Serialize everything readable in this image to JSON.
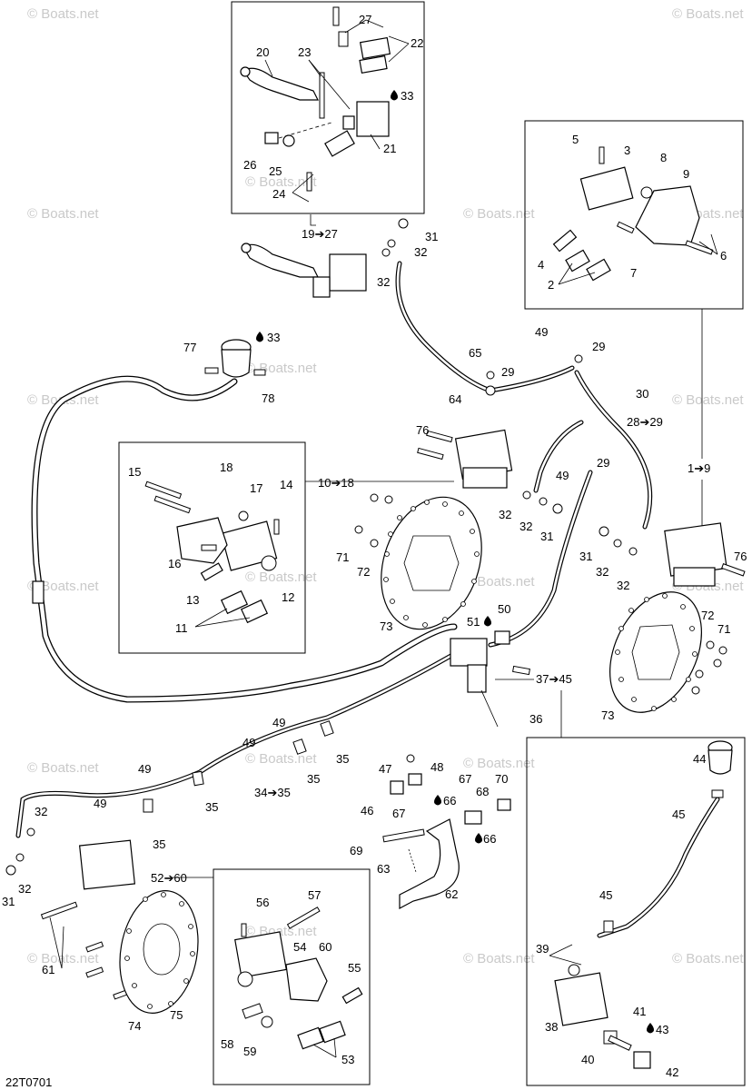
{
  "watermark": "© Boats.net",
  "drawing_id": "22T0701",
  "fluid_icon": "oil-drop-icon",
  "arrow_glyph": "➔",
  "callouts": {
    "c1to9": "1➔9",
    "c2": "2",
    "c3": "3",
    "c4": "4",
    "c5": "5",
    "c6": "6",
    "c7": "7",
    "c8": "8",
    "c9": "9",
    "c10to18": "10➔18",
    "c11": "11",
    "c12": "12",
    "c13": "13",
    "c14": "14",
    "c15": "15",
    "c16": "16",
    "c17": "17",
    "c18": "18",
    "c19to27": "19➔27",
    "c20": "20",
    "c21": "21",
    "c22": "22",
    "c23": "23",
    "c24": "24",
    "c25": "25",
    "c26": "26",
    "c27": "27",
    "c28to29": "28➔29",
    "c29a": "29",
    "c29b": "29",
    "c29c": "29",
    "c30": "30",
    "c31a": "31",
    "c31b": "31",
    "c31c": "31",
    "c31d": "31",
    "c32a": "32",
    "c32b": "32",
    "c32c": "32",
    "c32d": "32",
    "c32e": "32",
    "c32f": "32",
    "c32g": "32",
    "c33a": "33",
    "c33b": "33",
    "c34to35": "34➔35",
    "c35a": "35",
    "c35b": "35",
    "c35c": "35",
    "c35d": "35",
    "c36": "36",
    "c37to45": "37➔45",
    "c38": "38",
    "c39": "39",
    "c40": "40",
    "c41": "41",
    "c42": "42",
    "c43": "43",
    "c44": "44",
    "c45a": "45",
    "c45b": "45",
    "c46": "46",
    "c47": "47",
    "c48": "48",
    "c49a": "49",
    "c49b": "49",
    "c49c": "49",
    "c49d": "49",
    "c49e": "49",
    "c49f": "49",
    "c50": "50",
    "c51": "51",
    "c52to60": "52➔60",
    "c53": "53",
    "c54": "54",
    "c55": "55",
    "c56": "56",
    "c57": "57",
    "c58": "58",
    "c59": "59",
    "c60": "60",
    "c61": "61",
    "c62": "62",
    "c63": "63",
    "c64": "64",
    "c65": "65",
    "c66a": "66",
    "c66b": "66",
    "c67a": "67",
    "c67b": "67",
    "c68": "68",
    "c69": "69",
    "c70": "70",
    "c71a": "71",
    "c71b": "71",
    "c72a": "72",
    "c72b": "72",
    "c73a": "73",
    "c73b": "73",
    "c74": "74",
    "c75": "75",
    "c76a": "76",
    "c76b": "76",
    "c77": "77",
    "c78": "78"
  }
}
